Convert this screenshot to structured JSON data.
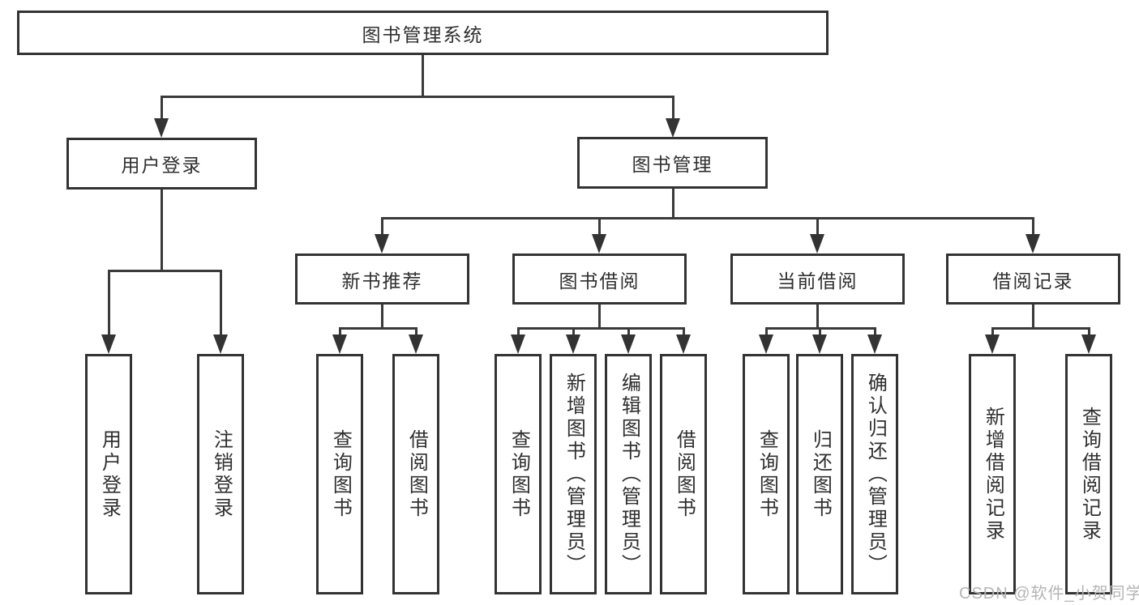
{
  "diagram_type": "hierarchy-flowchart",
  "colors": {
    "background": "#ffffff",
    "box_border": "#333333",
    "connector_line": "#3a3a3a",
    "text": "#2f2f2f",
    "watermark": "#b5b5b5"
  },
  "nodes": {
    "root": "图书管理系统",
    "user_login": "用户登录",
    "book_mgmt": "图书管理",
    "new_books": "新书推荐",
    "book_borrow": "图书借阅",
    "current_borrow": "当前借阅",
    "borrow_records": "借阅记录"
  },
  "leaves": [
    "用户登录",
    "注销登录",
    "查询图书",
    "借阅图书",
    "查询图书",
    "新增图书（管理员）",
    "编辑图书（管理员）",
    "借阅图书",
    "查询图书",
    "归还图书",
    "确认归还（管理员）",
    "新增借阅记录",
    "查询借阅记录"
  ],
  "watermark": "CSDN @软件_小贺同学"
}
